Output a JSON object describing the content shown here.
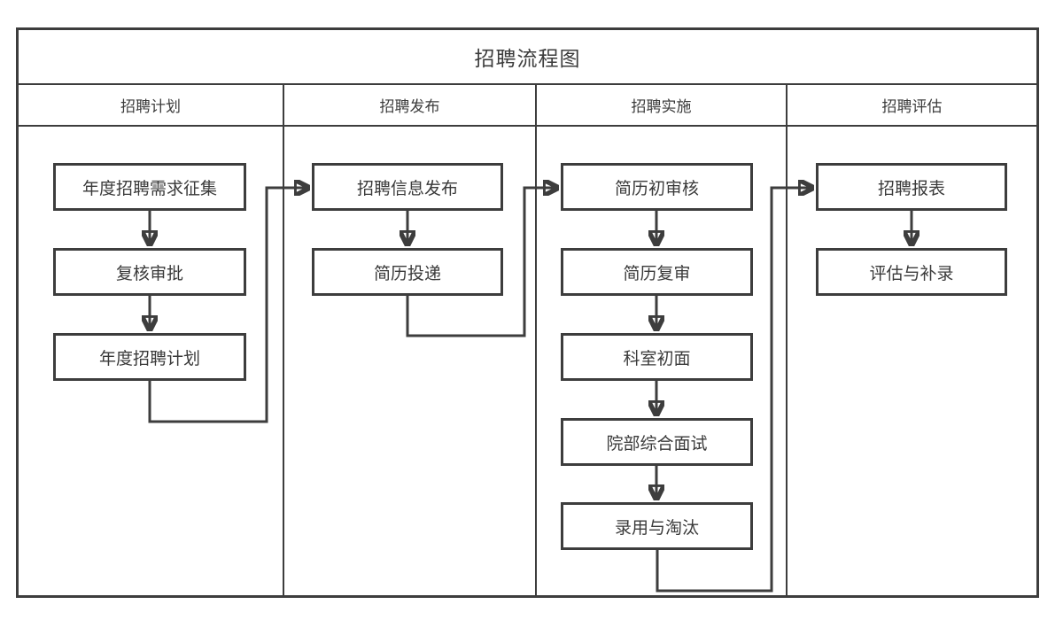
{
  "diagram": {
    "title": "招聘流程图",
    "type": "swimlane-flowchart",
    "colors": {
      "line": "#3d3d3d",
      "text": "#3a3a3a",
      "node_fill": "#ffffff",
      "background": "#ffffff"
    },
    "lanes": [
      {
        "label": "招聘计划"
      },
      {
        "label": "招聘发布"
      },
      {
        "label": "招聘实施"
      },
      {
        "label": "招聘评估"
      }
    ],
    "nodes": [
      {
        "label": "年度招聘需求征集",
        "lane": "招聘计划"
      },
      {
        "label": "复核审批",
        "lane": "招聘计划"
      },
      {
        "label": "年度招聘计划",
        "lane": "招聘计划"
      },
      {
        "label": "招聘信息发布",
        "lane": "招聘发布"
      },
      {
        "label": "简历投递",
        "lane": "招聘发布"
      },
      {
        "label": "简历初审核",
        "lane": "招聘实施"
      },
      {
        "label": "简历复审",
        "lane": "招聘实施"
      },
      {
        "label": "科室初面",
        "lane": "招聘实施"
      },
      {
        "label": "院部综合面试",
        "lane": "招聘实施"
      },
      {
        "label": "录用与淘汰",
        "lane": "招聘实施"
      },
      {
        "label": "招聘报表",
        "lane": "招聘评估"
      },
      {
        "label": "评估与补录",
        "lane": "招聘评估"
      }
    ],
    "edges": [
      {
        "from": "年度招聘需求征集",
        "to": "复核审批"
      },
      {
        "from": "复核审批",
        "to": "年度招聘计划"
      },
      {
        "from": "年度招聘计划",
        "to": "招聘信息发布"
      },
      {
        "from": "招聘信息发布",
        "to": "简历投递"
      },
      {
        "from": "简历投递",
        "to": "简历初审核"
      },
      {
        "from": "简历初审核",
        "to": "简历复审"
      },
      {
        "from": "简历复审",
        "to": "科室初面"
      },
      {
        "from": "科室初面",
        "to": "院部综合面试"
      },
      {
        "from": "院部综合面试",
        "to": "录用与淘汰"
      },
      {
        "from": "录用与淘汰",
        "to": "招聘报表"
      },
      {
        "from": "招聘报表",
        "to": "评估与补录"
      }
    ]
  }
}
